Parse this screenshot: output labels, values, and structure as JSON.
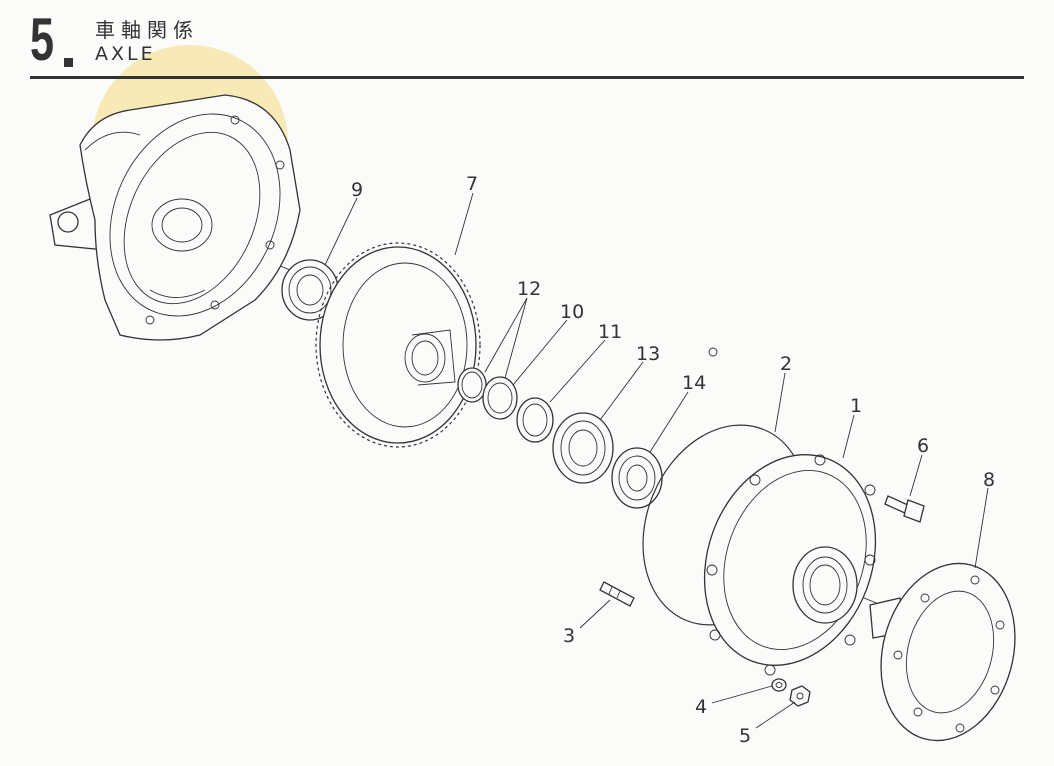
{
  "header": {
    "section_number": "5",
    "title_jp": "車軸関係",
    "title_en": "AXLE"
  },
  "callouts": [
    "1",
    "2",
    "3",
    "4",
    "5",
    "6",
    "7",
    "8",
    "9",
    "10",
    "11",
    "12",
    "13",
    "14"
  ],
  "colors": {
    "line": "#333333",
    "paper": "#fbfbfa",
    "watermark": "#f7e6a6"
  }
}
